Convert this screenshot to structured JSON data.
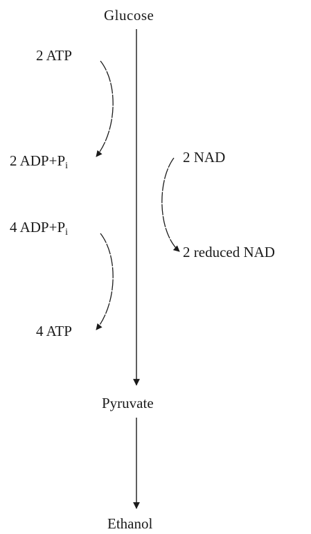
{
  "compounds": {
    "glucose": "Glucose",
    "pyruvate": "Pyruvate",
    "ethanol": "Ethanol"
  },
  "cofactors": {
    "atp_in": "2 ATP",
    "adp_out": {
      "main": "2 ADP+P",
      "sub": "i"
    },
    "adp_in": {
      "main": "4 ADP+P",
      "sub": "i"
    },
    "atp_out": "4 ATP",
    "nad": "2 NAD",
    "reduced_nad": "2 reduced NAD"
  },
  "colors": {
    "line": "#1a1a1a",
    "text": "#1a1a1a",
    "background": "#ffffff"
  }
}
